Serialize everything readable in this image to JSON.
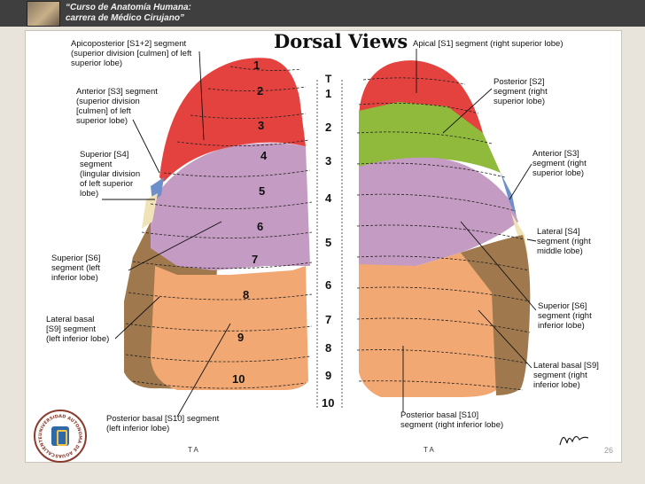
{
  "header": {
    "course": "“Curso de Anatomía Humana:\ncarrera de Médico Cirujano”"
  },
  "slide": {
    "title": "Dorsal Views",
    "page_number": "26",
    "labels_left": {
      "apicoposterior": "Apicoposterior [S1+2] segment\n(superior division [culmen] of left\nsuperior lobe)",
      "anterior_s3": "Anterior [S3] segment\n(superior division\n[culmen] of left\nsuperior lobe)",
      "superior_s4": "Superior [S4]\nsegment\n(lingular division\nof left superior\nlobe)",
      "superior_s6": "Superior [S6]\nsegment (left\ninferior lobe)",
      "lateral_basal_s9": "Lateral basal\n[S9] segment\n(left inferior lobe)",
      "posterior_basal_s10": "Posterior basal [S10] segment\n(left inferior lobe)"
    },
    "labels_right": {
      "apical_s1": "Apical [S1] segment (right superior lobe)",
      "posterior_s2": "Posterior [S2]\nsegment (right\nsuperior lobe)",
      "anterior_s3": "Anterior [S3]\nsegment (right\nsuperior lobe)",
      "lateral_s4": "Lateral [S4]\nsegment (right\nmiddle lobe)",
      "superior_s6": "Superior [S6]\nsegment (right\ninferior lobe)",
      "lateral_basal_s9": "Lateral basal [S9]\nsegment (right\ninferior lobe)",
      "posterior_basal_s10": "Posterior basal [S10]\nsegment (right inferior lobe)"
    },
    "rib_numbers": [
      "1",
      "2",
      "3",
      "4",
      "5",
      "6",
      "7",
      "8",
      "9",
      "10"
    ],
    "vertebra_numbers": [
      "T",
      "1",
      "2",
      "3",
      "4",
      "5",
      "6",
      "7",
      "8",
      "9",
      "10"
    ],
    "bottom_caption_left": "T  A",
    "bottom_caption_right": "T  A"
  },
  "colors": {
    "red_segment": "#e3423e",
    "green_segment": "#8fba3c",
    "violet_segment": "#c49bc2",
    "orange_segment": "#f1a873",
    "brown_segment": "#a0784d",
    "blue_segment": "#6e8fc8",
    "cream_segment": "#f0e3b8"
  },
  "logo": {
    "ring_text": "UNIVERSIDAD AUTONOMA DE AGUASCALIENTES"
  }
}
